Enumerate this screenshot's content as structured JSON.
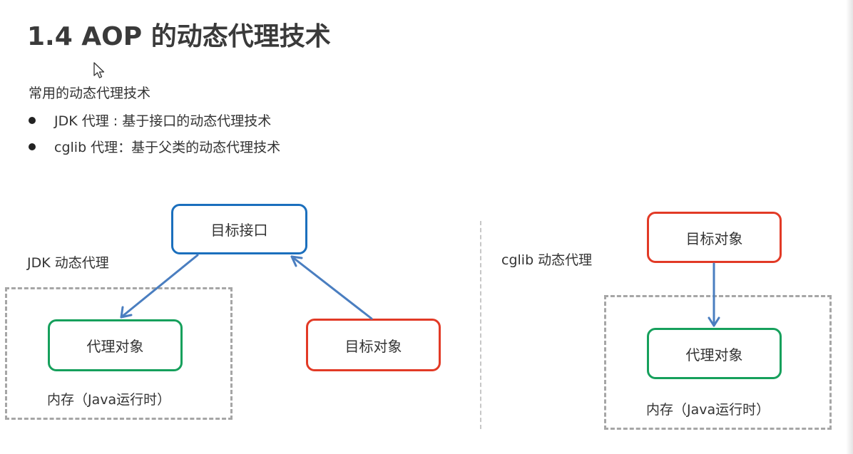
{
  "slide": {
    "title": "1.4 AOP 的动态代理技术",
    "intro": "常用的动态代理技术",
    "bullets": [
      "JDK 代理 : 基于接口的动态代理技术",
      "cglib 代理：基于父类的动态代理技术"
    ]
  },
  "jdk_diagram": {
    "label": "JDK 动态代理",
    "interface_box": "目标接口",
    "proxy_box": "代理对象",
    "target_box": "目标对象",
    "memory_label": "内存（Java运行时）"
  },
  "cglib_diagram": {
    "label": "cglib 动态代理",
    "target_box": "目标对象",
    "proxy_box": "代理对象",
    "memory_label": "内存（Java运行时）"
  },
  "colors": {
    "interface_border": "#1b6fbd",
    "proxy_border": "#16a05c",
    "target_border": "#e23a26",
    "arrow": "#4a7ec0",
    "dashed_region": "#a6a6a6"
  }
}
